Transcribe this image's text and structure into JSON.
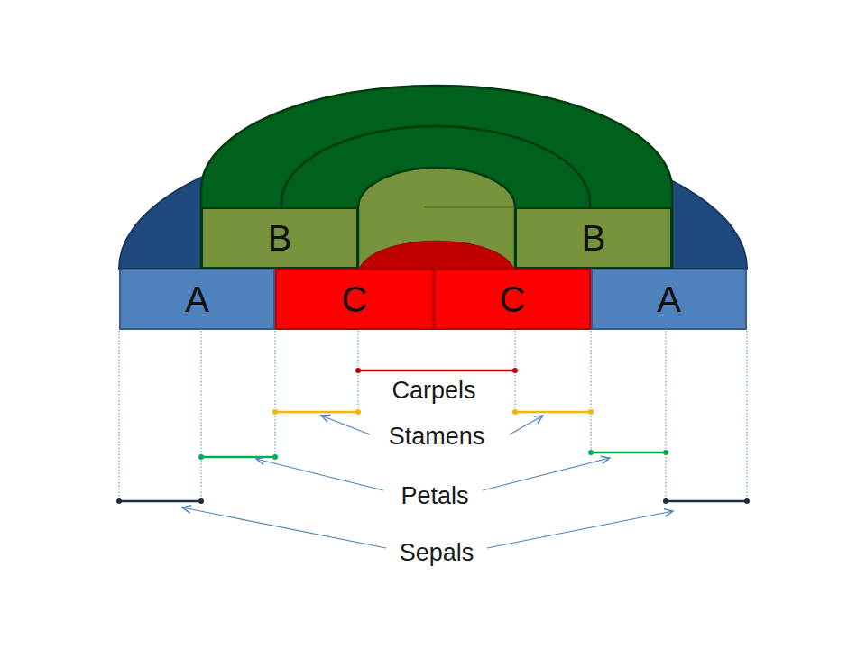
{
  "diagram": {
    "nodes": [
      {
        "text": [
          "B"
        ]
      },
      {
        "text": [
          "B"
        ]
      },
      {
        "text": [
          "A"
        ]
      },
      {
        "text": [
          "C"
        ]
      },
      {
        "text": [
          "C"
        ]
      },
      {
        "text": [
          "A"
        ]
      }
    ],
    "labels": [
      "Carpels",
      "Stamens",
      "Petals",
      "Sepals"
    ]
  }
}
